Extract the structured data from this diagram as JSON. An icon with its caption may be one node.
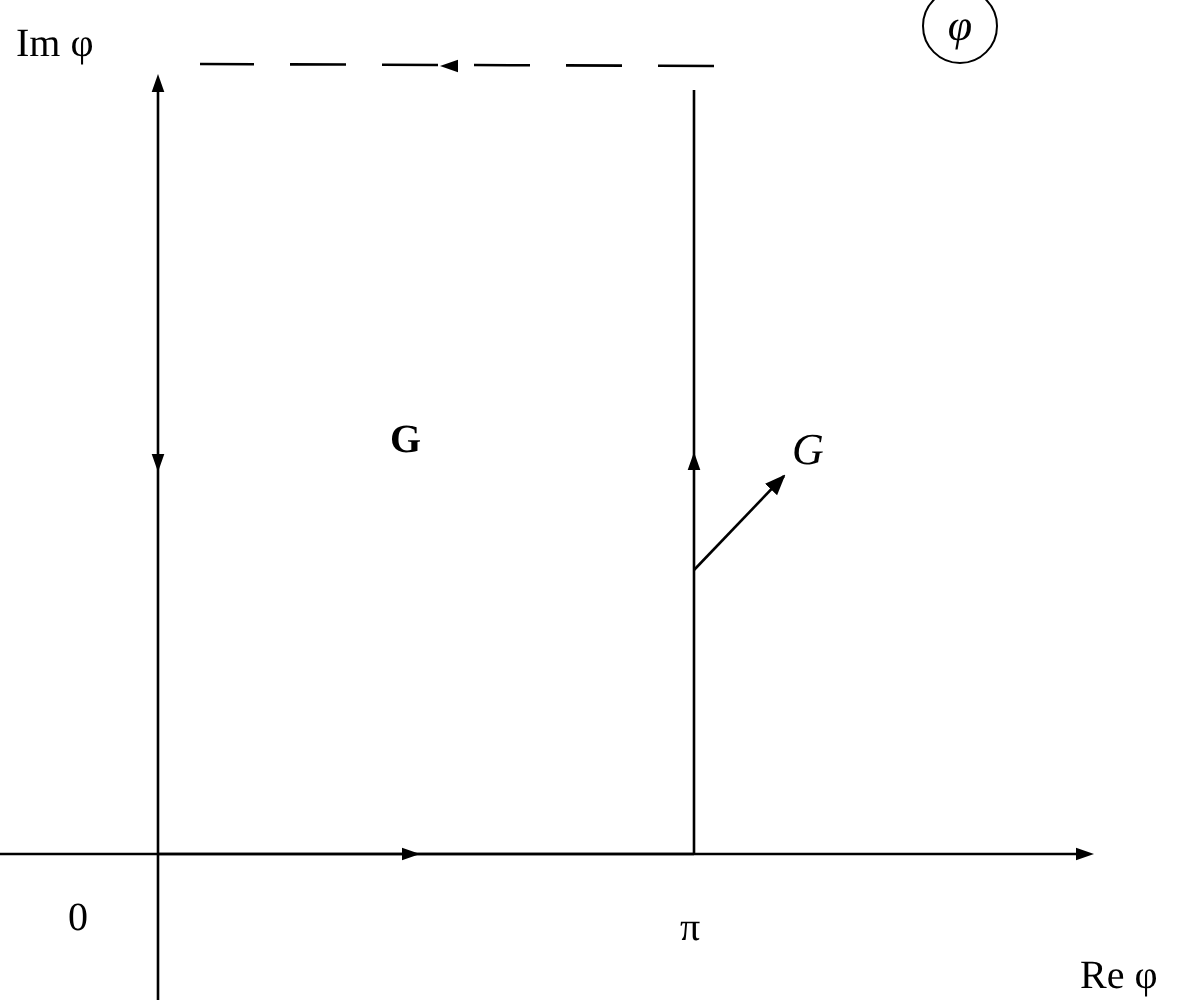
{
  "diagram": {
    "nodes": [
      {
        "text": [
          "φ"
        ]
      },
      {
        "text": [
          "G"
        ]
      }
    ],
    "edges": [
      {
        "from": null,
        "to": 1,
        "arrow": "to"
      }
    ],
    "labels": [
      "Im φ",
      "G",
      "0",
      "π",
      "Re φ"
    ]
  }
}
